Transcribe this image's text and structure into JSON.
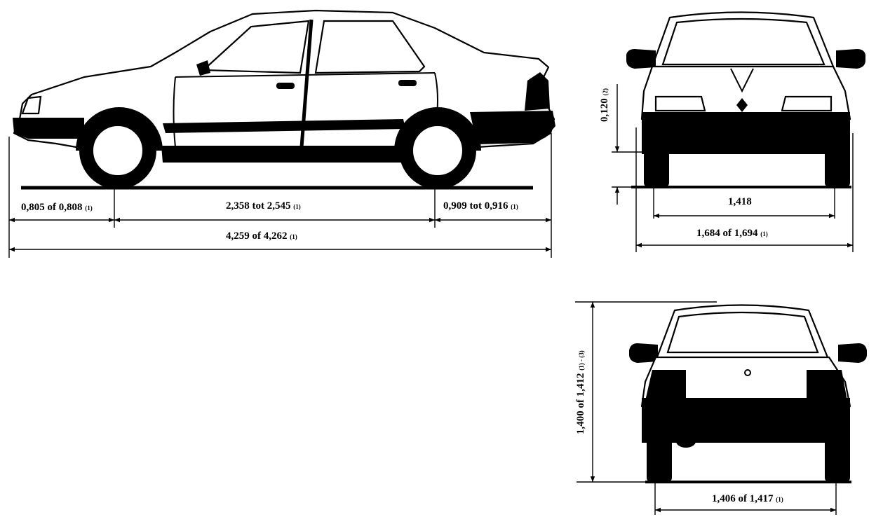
{
  "side_view": {
    "front_overhang": "0,805 of 0,808",
    "front_overhang_note": "(1)",
    "wheelbase": "2,358 tot 2,545",
    "wheelbase_note": "(1)",
    "rear_overhang": "0,909 tot 0,916",
    "rear_overhang_note": "(1)",
    "overall_length": "4,259 of 4,262",
    "overall_length_note": "(1)"
  },
  "front_view": {
    "ground_clearance": "0,120",
    "ground_clearance_note": "(2)",
    "front_track": "1,418",
    "overall_width": "1,684 of 1,694",
    "overall_width_note": "(1)"
  },
  "rear_view": {
    "overall_height": "1,400 of 1,412",
    "overall_height_note": "(1) - (3)",
    "rear_track": "1,406 of 1,417",
    "rear_track_note": "(1)"
  }
}
